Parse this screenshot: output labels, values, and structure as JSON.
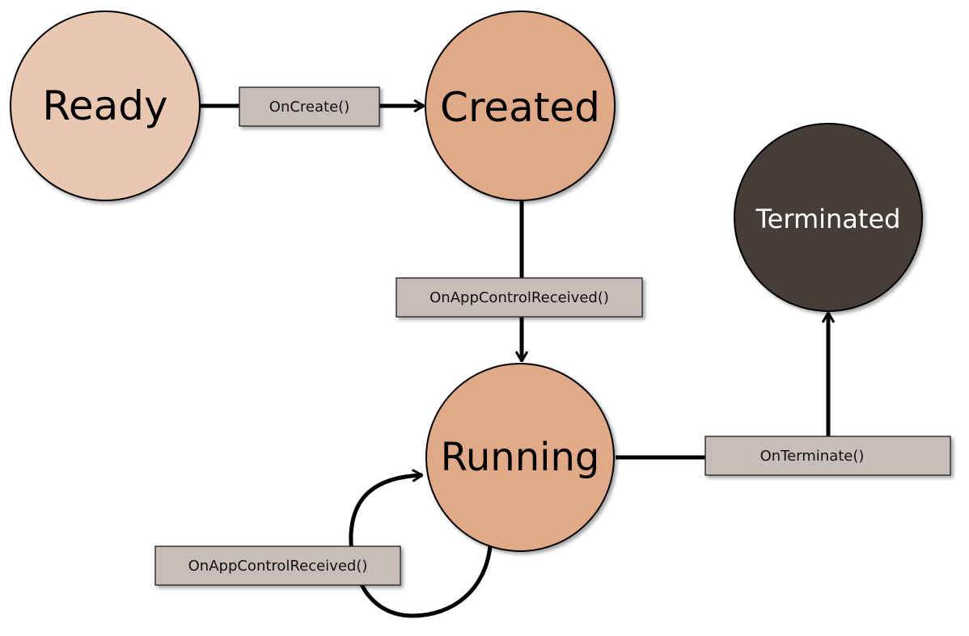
{
  "states": {
    "ready": {
      "label": "Ready",
      "fill": "#E9C7B0",
      "text_color": "#000000"
    },
    "created": {
      "label": "Created",
      "fill": "#E0AA88",
      "text_color": "#000000"
    },
    "running": {
      "label": "Running",
      "fill": "#E0AA88",
      "text_color": "#000000"
    },
    "terminated": {
      "label": "Terminated",
      "fill": "#473C37",
      "text_color": "#FFFFFF"
    }
  },
  "transitions": {
    "on_create": {
      "label": "OnCreate()"
    },
    "on_app_control_received": {
      "label": "OnAppControlReceived()"
    },
    "on_app_control_received_loop": {
      "label": "OnAppControlReceived()"
    },
    "on_terminate": {
      "label": "OnTerminate()"
    }
  },
  "colors": {
    "label_box_fill": "#C8BDB8",
    "label_box_stroke": "#333333",
    "edge": "#000000",
    "shadow": "#9A9A9A"
  }
}
